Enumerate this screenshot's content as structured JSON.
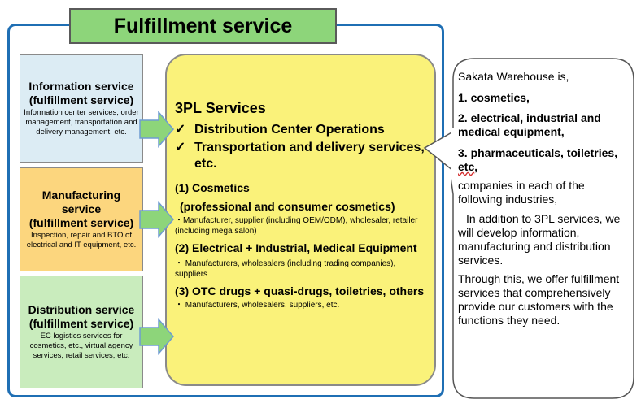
{
  "title": "Fulfillment service",
  "services": [
    {
      "heading_lines": [
        "Information service",
        "(fulfillment service)"
      ],
      "description": "Information center services, order management, transportation and delivery management, etc.",
      "color": "#dcecf4"
    },
    {
      "heading_lines": [
        "Manufacturing",
        "service",
        "(fulfillment service)"
      ],
      "description": "Inspection, repair and BTO of electrical and IT equipment, etc.",
      "color": "#fcd67e"
    },
    {
      "heading_lines": [
        "Distribution service",
        "(fulfillment service)"
      ],
      "description": "EC logistics services for cosmetics, etc., virtual agency services, retail services, etc.",
      "color": "#c9ecbd"
    }
  ],
  "center": {
    "heading": "3PL Services",
    "check_mark": "✓",
    "checks": [
      "Distribution Center Operations",
      "Transportation and delivery services, etc."
    ],
    "sections": [
      {
        "title": "(1)  Cosmetics",
        "subtitle": "(professional and consumer cosmetics)",
        "detail": "・Manufacturer, supplier (including OEM/ODM), wholesaler, retailer (including mega salon)"
      },
      {
        "title": "(2) Electrical + Industrial, Medical Equipment",
        "subtitle": "",
        "detail": "・ Manufacturers, wholesalers (including trading companies), suppliers"
      },
      {
        "title": "(3) OTC drugs + quasi-drugs, toiletries, others",
        "subtitle": "",
        "detail": "・ Manufacturers, wholesalers, suppliers, etc."
      }
    ],
    "color": "#faf27a"
  },
  "bubble": {
    "intro": "Sakata Warehouse is,",
    "items": [
      "1. cosmetics,",
      "2. electrical, industrial and medical equipment,",
      "3. pharmaceuticals, toiletries,"
    ],
    "etc_word": "etc",
    "etc_punct": ",",
    "p1": "companies in each of the following industries,",
    "p2": "In addition to 3PL services, we will develop information, manufacturing and distribution services.",
    "p3": "Through this, we offer fulfillment services that comprehensively provide our customers with the functions they need."
  },
  "colors": {
    "frame": "#1f6fb4",
    "banner": "#8dd57a",
    "arrow": "#8dd57a"
  }
}
